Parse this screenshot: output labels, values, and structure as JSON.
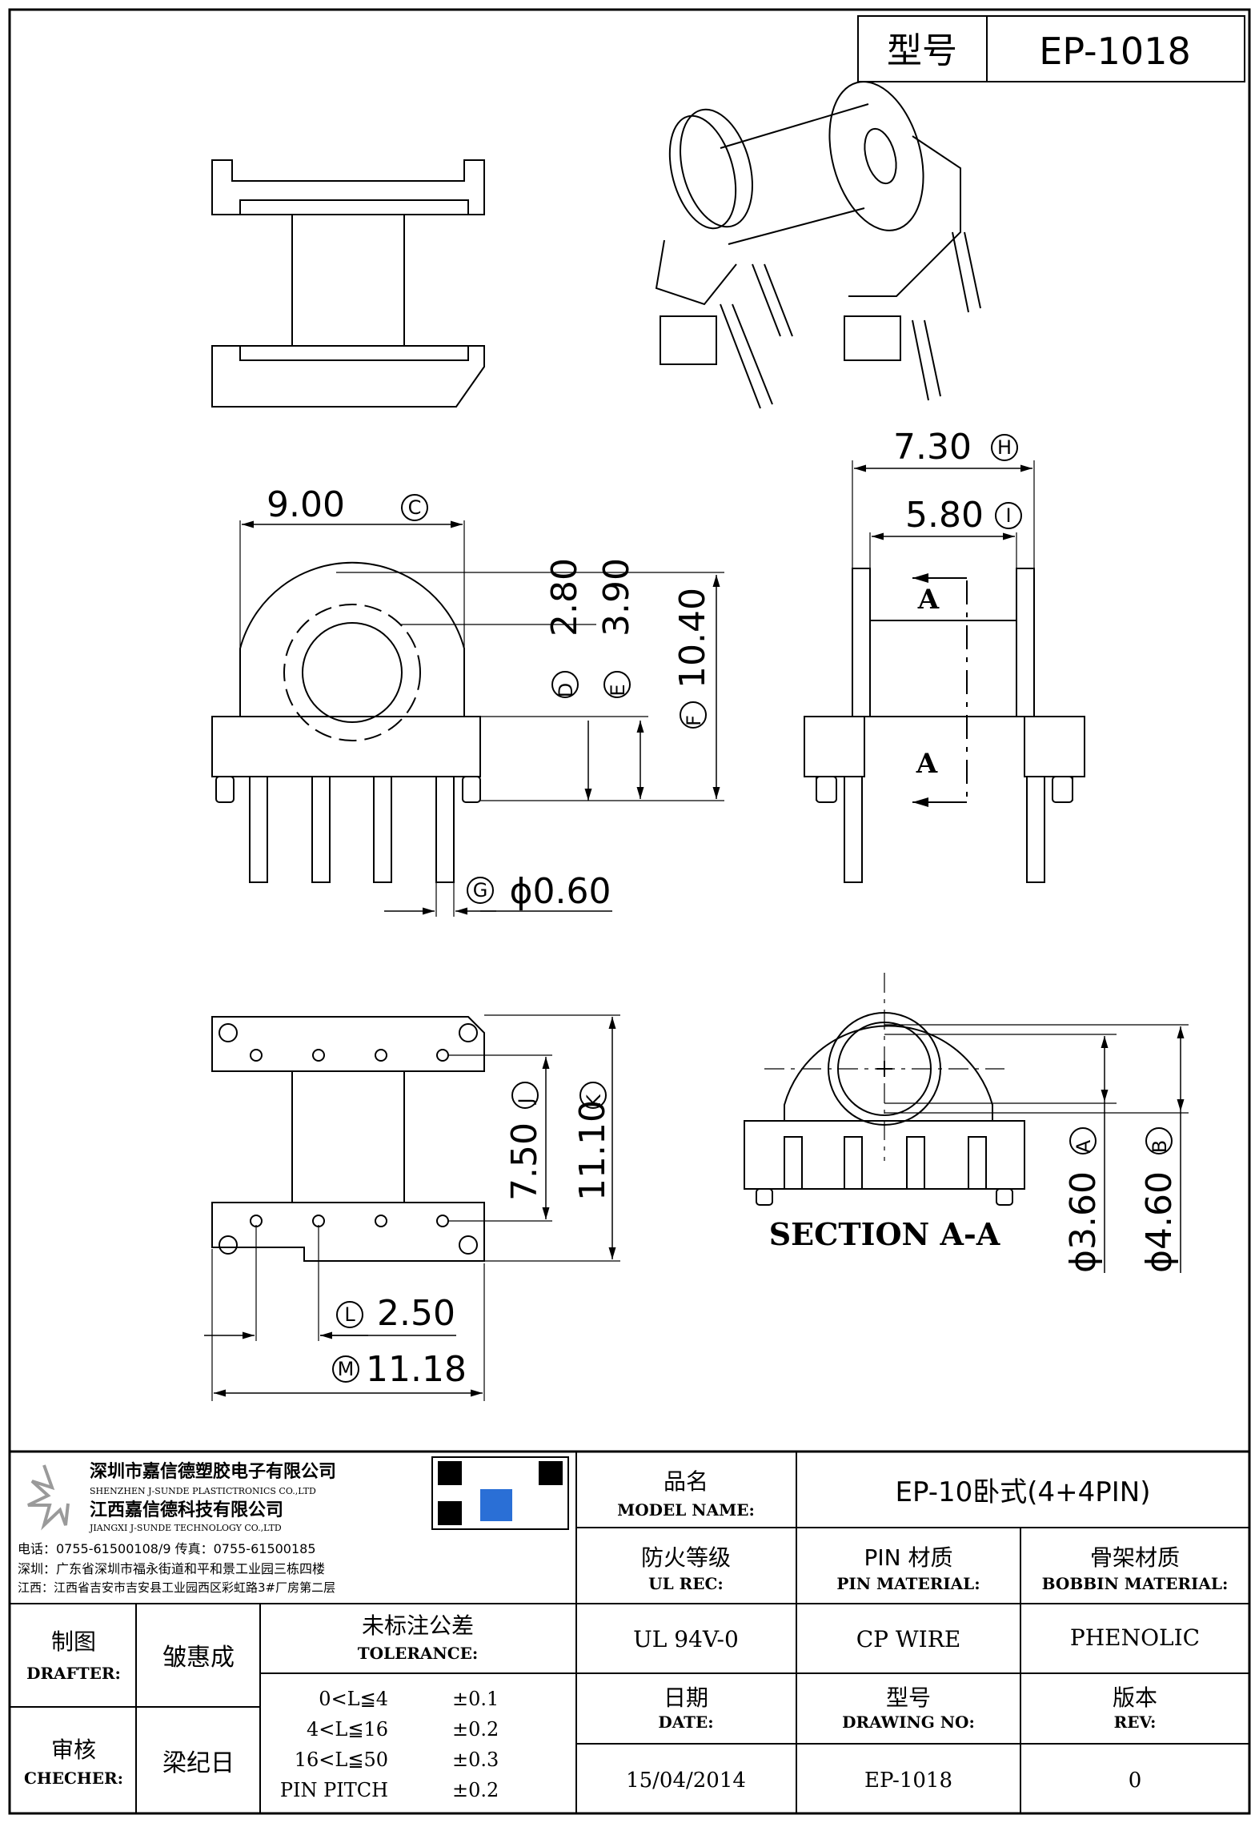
{
  "header": {
    "type_label": "型号",
    "type_value": "EP-1018"
  },
  "dimensions": {
    "C": "9.00",
    "C_tag": "C",
    "D": "2.80",
    "D_tag": "D",
    "E": "3.90",
    "E_tag": "E",
    "F": "10.40",
    "F_tag": "F",
    "G": "ϕ0.60",
    "G_tag": "G",
    "H": "7.30",
    "H_tag": "H",
    "I": "5.80",
    "I_tag": "I",
    "J": "7.50",
    "J_tag": "J",
    "K": "11.10",
    "K_tag": "K",
    "L": "2.50",
    "L_tag": "L",
    "M": "11.18",
    "M_tag": "M",
    "A": "ϕ3.60",
    "A_tag": "A",
    "B": "ϕ4.60",
    "B_tag": "B"
  },
  "section": {
    "marker": "A",
    "label": "SECTION A-A"
  },
  "company": {
    "name_cn_1": "深圳市嘉信德塑胶电子有限公司",
    "name_en_1": "SHENZHEN J-SUNDE PLASTICTRONICS CO.,LTD",
    "name_cn_2": "江西嘉信德科技有限公司",
    "name_en_2": "JIANGXI J-SUNDE TECHNOLOGY CO.,LTD",
    "phone": "电话：0755-61500108/9     传真：0755-61500185",
    "addr_sz": "深圳：广东省深圳市福永街道和平和景工业园三栋四楼",
    "addr_jx": "江西：江西省吉安市吉安县工业园西区彩虹路3#厂房第二层"
  },
  "title_block": {
    "model_name_cn": "品名",
    "model_name_en": "MODEL NAME:",
    "model_name_value": "EP-10卧式(4+4PIN)",
    "ul_cn": "防火等级",
    "ul_en": "UL REC:",
    "ul_value": "UL 94V-0",
    "pin_cn": "PIN 材质",
    "pin_en": "PIN MATERIAL:",
    "pin_value": "CP WIRE",
    "bobbin_cn": "骨架材质",
    "bobbin_en": "BOBBIN MATERIAL:",
    "bobbin_value": "PHENOLIC",
    "drafter_cn": "制图",
    "drafter_en": "DRAFTER:",
    "drafter_value": "皱惠成",
    "checker_cn": "审核",
    "checker_en": "CHECHER:",
    "checker_value": "梁纪日",
    "tolerance_cn": "未标注公差",
    "tolerance_en": "TOLERANCE:",
    "tolerances": [
      {
        "range": "0<L≦4",
        "value": "±0.1"
      },
      {
        "range": "4<L≦16",
        "value": "±0.2"
      },
      {
        "range": "16<L≦50",
        "value": "±0.3"
      },
      {
        "range": "PIN PITCH",
        "value": "±0.2"
      }
    ],
    "date_cn": "日期",
    "date_en": "DATE:",
    "date_value": "15/04/2014",
    "drawing_cn": "型号",
    "drawing_en": "DRAWING NO:",
    "drawing_value": "EP-1018",
    "rev_cn": "版本",
    "rev_en": "REV:",
    "rev_value": "0"
  }
}
